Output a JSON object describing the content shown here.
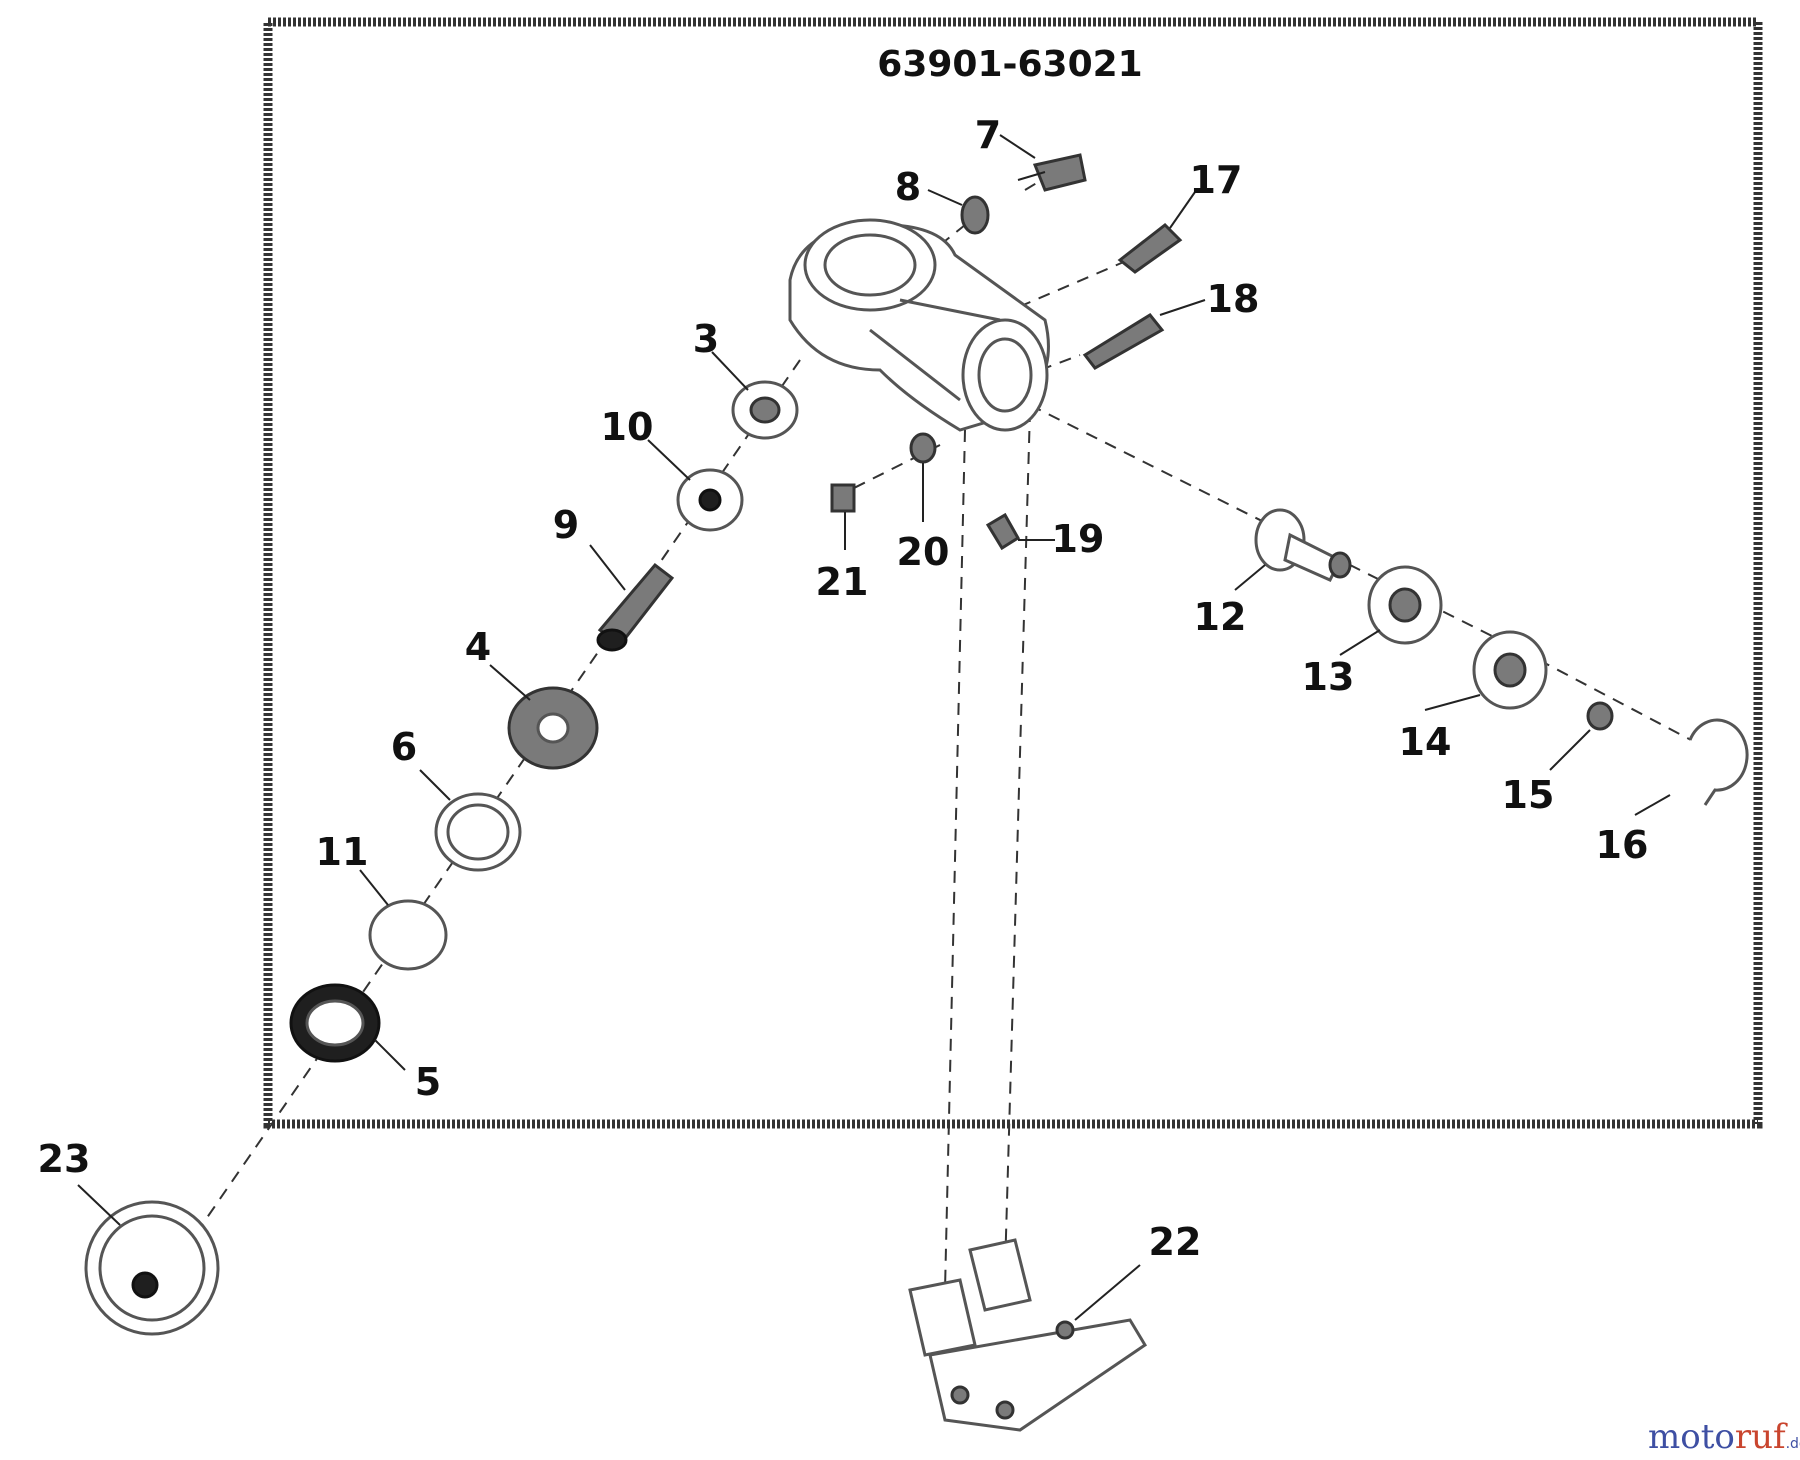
{
  "diagram": {
    "title": "63901-63021",
    "callouts": [
      "7",
      "8",
      "17",
      "18",
      "3",
      "10",
      "9",
      "4",
      "6",
      "11",
      "5",
      "23",
      "21",
      "20",
      "19",
      "12",
      "13",
      "14",
      "15",
      "16",
      "22"
    ]
  },
  "watermark": {
    "part_a": "moto",
    "part_b": "ruf",
    "suffix": ".de"
  },
  "colors": {
    "frame": "#333333",
    "watermark_blue": "#3e4fa3",
    "watermark_red": "#c9452e"
  }
}
